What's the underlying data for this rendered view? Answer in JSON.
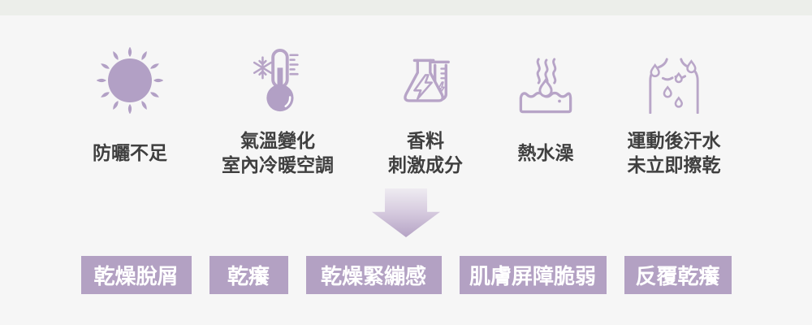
{
  "palette": {
    "top_strip": "#eceeea",
    "background": "#f6f6f6",
    "icon_fill_purple": "#b2a0c5",
    "icon_stroke_purple": "#b7a4c7",
    "effect_box_bg": "#b3a1c3",
    "effect_box_text": "#ffffff",
    "cause_label_text": "#3f3f3f",
    "arrow_gradient_top": "#eeebf1",
    "arrow_gradient_bottom": "#b5a3c5"
  },
  "causes": [
    {
      "icon": "sun-icon",
      "lines": [
        "防曬不足",
        ""
      ]
    },
    {
      "icon": "thermometer-snowflake-icon",
      "lines": [
        "氣溫變化",
        "室內冷暖空調"
      ]
    },
    {
      "icon": "chemical-flask-icon",
      "lines": [
        "香料",
        "刺激成分"
      ]
    },
    {
      "icon": "hot-bath-icon",
      "lines": [
        "熱水澡",
        ""
      ]
    },
    {
      "icon": "sweat-body-icon",
      "lines": [
        "運動後汗水",
        "未立即擦乾"
      ]
    }
  ],
  "effects": [
    {
      "label": "乾燥脫屑"
    },
    {
      "label": "乾癢"
    },
    {
      "label": "乾燥緊繃感"
    },
    {
      "label": "肌膚屏障脆弱"
    },
    {
      "label": "反覆乾癢"
    }
  ]
}
